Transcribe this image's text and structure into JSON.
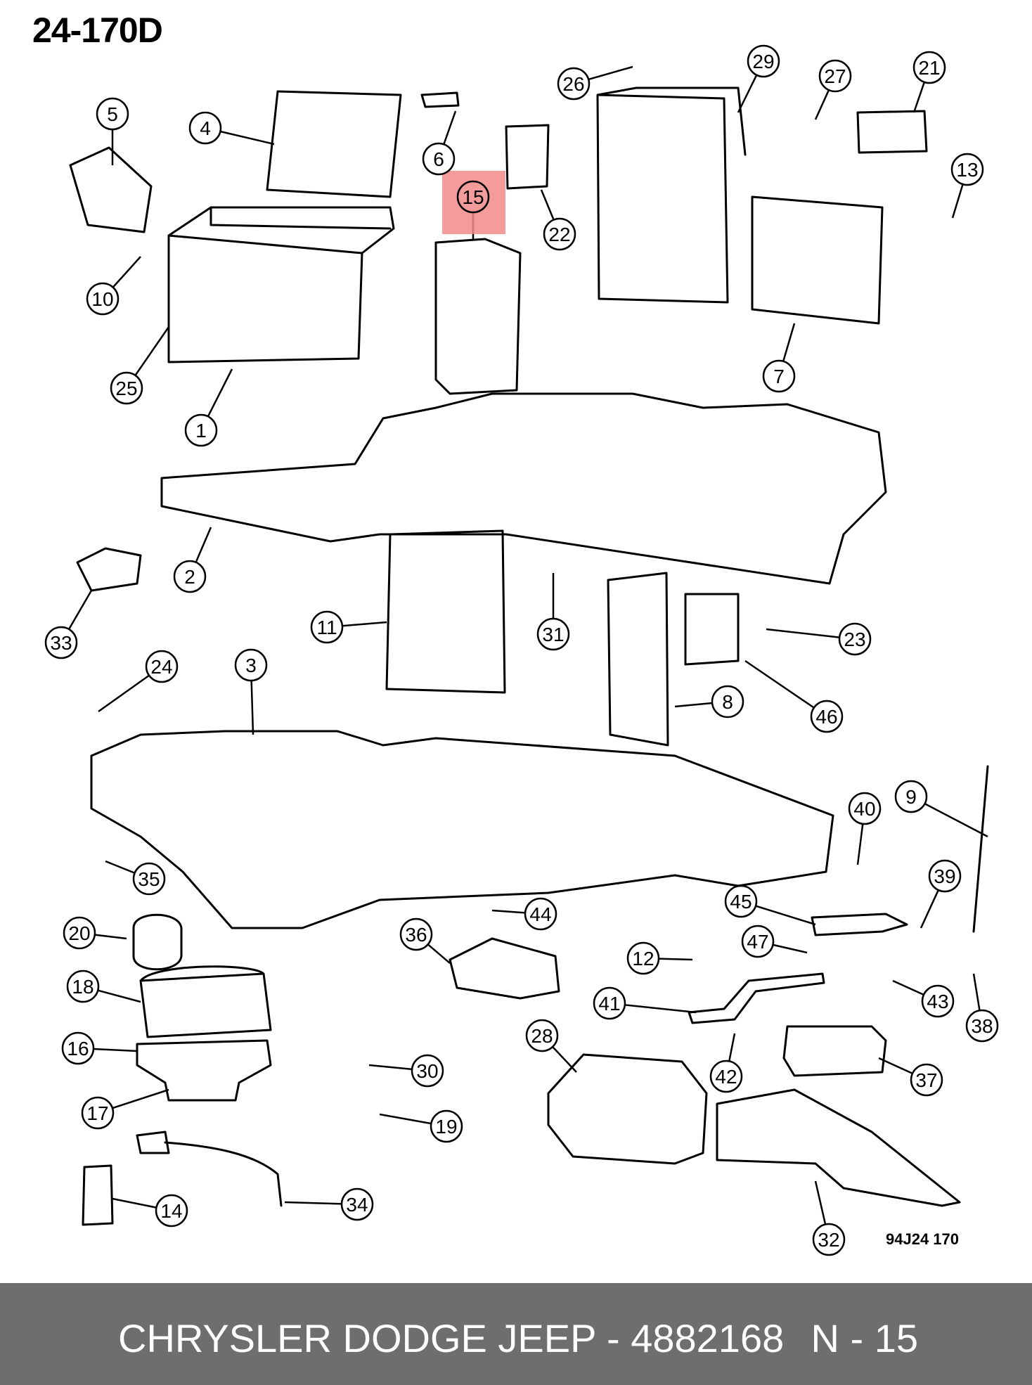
{
  "header": {
    "diagram_code": "24-170D"
  },
  "diagram": {
    "figure_code": "94J24  170",
    "highlight_color": "#f28b8b",
    "highlighted_callout": "15",
    "callouts": [
      "1",
      "2",
      "3",
      "4",
      "5",
      "6",
      "7",
      "8",
      "9",
      "10",
      "11",
      "12",
      "13",
      "14",
      "15",
      "16",
      "17",
      "18",
      "19",
      "20",
      "21",
      "22",
      "23",
      "24",
      "25",
      "26",
      "27",
      "28",
      "29",
      "30",
      "31",
      "32",
      "33",
      "34",
      "35",
      "36",
      "37",
      "38",
      "39",
      "40",
      "41",
      "42",
      "43",
      "44",
      "45",
      "46",
      "47"
    ]
  },
  "footer": {
    "background": "#6e6e6e",
    "part_text": "CHRYSLER DODGE JEEP - 4882168",
    "reference": "N - 15"
  }
}
